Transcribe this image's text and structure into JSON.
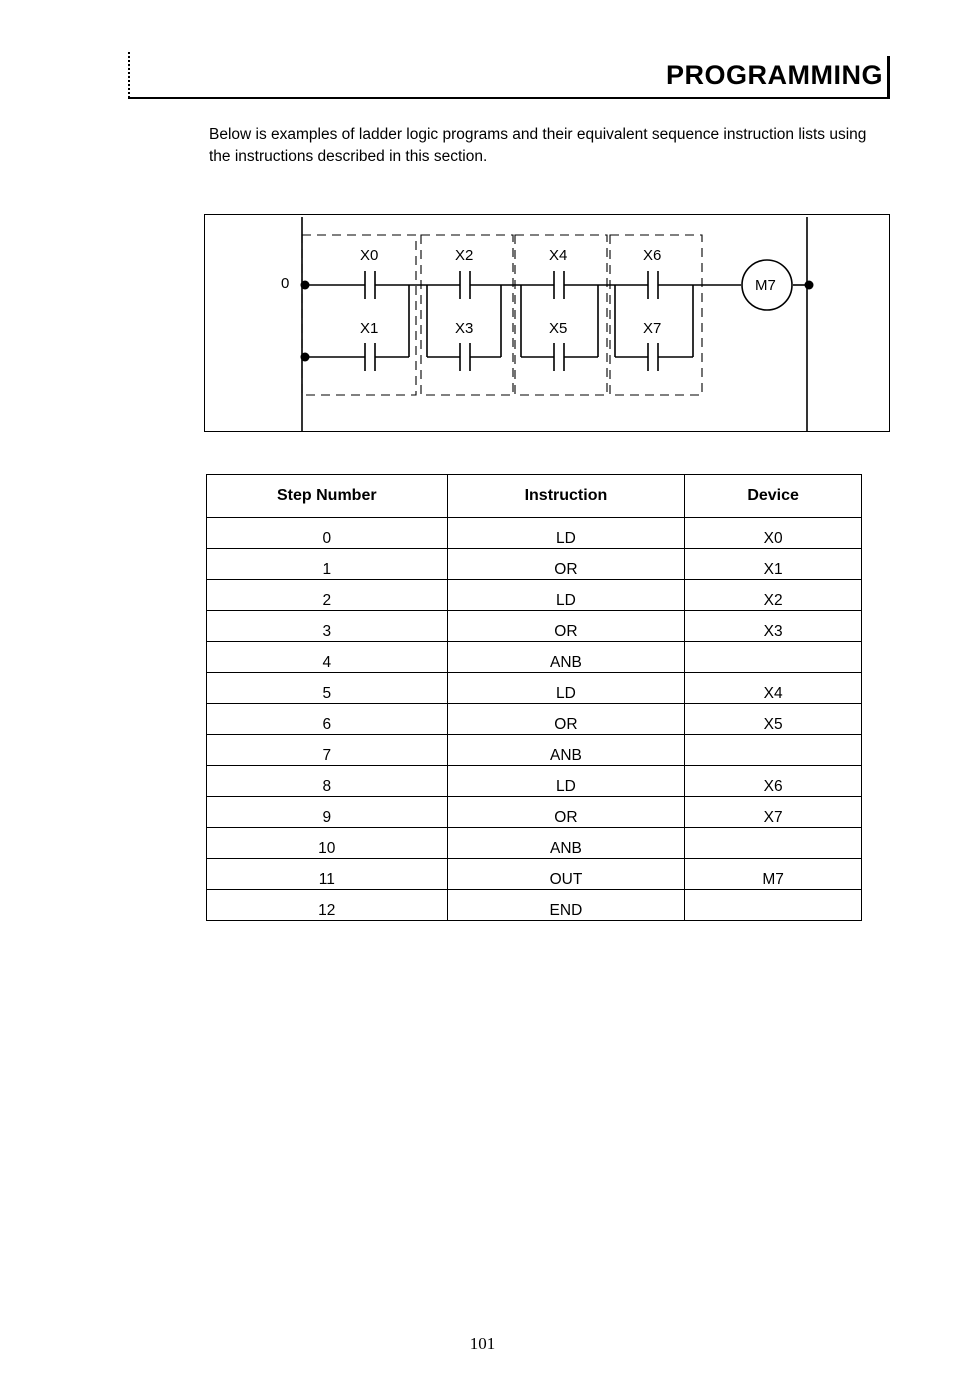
{
  "header": {
    "title": "PROGRAMMING"
  },
  "intro": "Below is examples of ladder logic programs and their equivalent sequence instruction lists using the instructions described in this section.",
  "diagram": {
    "rung_number": "0",
    "contacts_top": [
      "X0",
      "X2",
      "X4",
      "X6"
    ],
    "contacts_bottom": [
      "X1",
      "X3",
      "X5",
      "X7"
    ],
    "coil": "M7"
  },
  "table": {
    "headers": [
      "Step Number",
      "Instruction",
      "Device"
    ],
    "rows": [
      [
        "0",
        "LD",
        "X0"
      ],
      [
        "1",
        "OR",
        "X1"
      ],
      [
        "2",
        "LD",
        "X2"
      ],
      [
        "3",
        "OR",
        "X3"
      ],
      [
        "4",
        "ANB",
        ""
      ],
      [
        "5",
        "LD",
        "X4"
      ],
      [
        "6",
        "OR",
        "X5"
      ],
      [
        "7",
        "ANB",
        ""
      ],
      [
        "8",
        "LD",
        "X6"
      ],
      [
        "9",
        "OR",
        "X7"
      ],
      [
        "10",
        "ANB",
        ""
      ],
      [
        "11",
        "OUT",
        "M7"
      ],
      [
        "12",
        "END",
        ""
      ]
    ]
  },
  "page_number": "101"
}
